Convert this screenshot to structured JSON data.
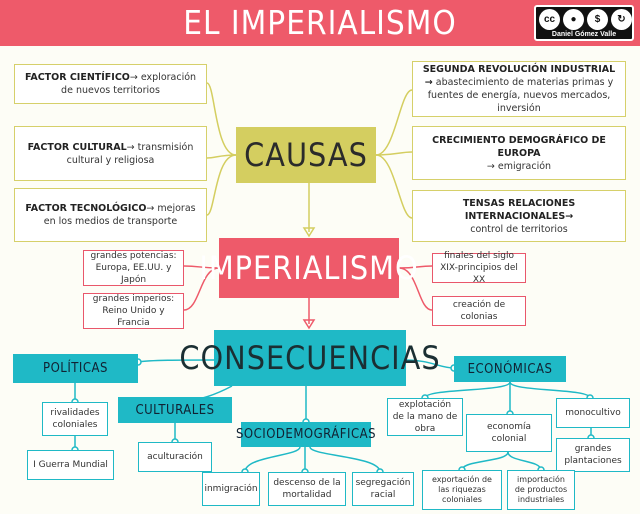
{
  "title": "EL IMPERIALISMO",
  "license": {
    "icons": [
      "cc",
      "by",
      "nc",
      "sa"
    ],
    "author": "Daniel Gómez Valle"
  },
  "main": {
    "causes": "CAUSAS",
    "center": "IMPERIALISMO",
    "consequences": "CONSECUENCIAS"
  },
  "causes_left": [
    {
      "bold": "FACTOR CIENTÍFICO",
      "text": "→ exploración de nuevos territorios"
    },
    {
      "bold": "FACTOR CULTURAL",
      "text": "→ transmisión cultural y religiosa"
    },
    {
      "bold": "FACTOR TECNOLÓGICO",
      "text": "→ mejoras en los medios de transporte"
    }
  ],
  "causes_right": [
    {
      "bold": "SEGUNDA REVOLUCIÓN INDUSTRIAL →",
      "text": "abastecimiento de materias primas y fuentes de energía, nuevos mercados, inversión"
    },
    {
      "bold": "CRECIMIENTO DEMOGRÁFICO DE EUROPA",
      "text": "→ emigración"
    },
    {
      "bold": "TENSAS RELACIONES INTERNACIONALES→",
      "text": "control de territorios"
    }
  ],
  "imperialism_left": [
    "grandes potencias: Europa, EE.UU. y Japón",
    "grandes imperios: Reino Unido y Francia"
  ],
  "imperialism_right": [
    "finales del siglo XIX-principios del XX",
    "creación de colonias"
  ],
  "politicas": {
    "label": "POLÍTICAS",
    "items": [
      "rivalidades coloniales",
      "I Guerra Mundial"
    ]
  },
  "culturales": {
    "label": "CULTURALES",
    "items": [
      "aculturación"
    ]
  },
  "sociodemograficas": {
    "label": "SOCIODEMOGRÁFICAS",
    "items": [
      "inmigración",
      "descenso de la mortalidad",
      "segregación racial"
    ]
  },
  "economicas": {
    "label": "ECONÓMICAS",
    "items": [
      "explotación de la mano de obra",
      "economía colonial",
      "monocultivo",
      "grandes plantaciones",
      "exportación de las riquezas coloniales",
      "importación de productos industriales"
    ]
  },
  "colors": {
    "banner": "#ee5a6a",
    "causes": "#d4ce60",
    "imperialism": "#ee5a6a",
    "consequences": "#1fb9c6"
  }
}
